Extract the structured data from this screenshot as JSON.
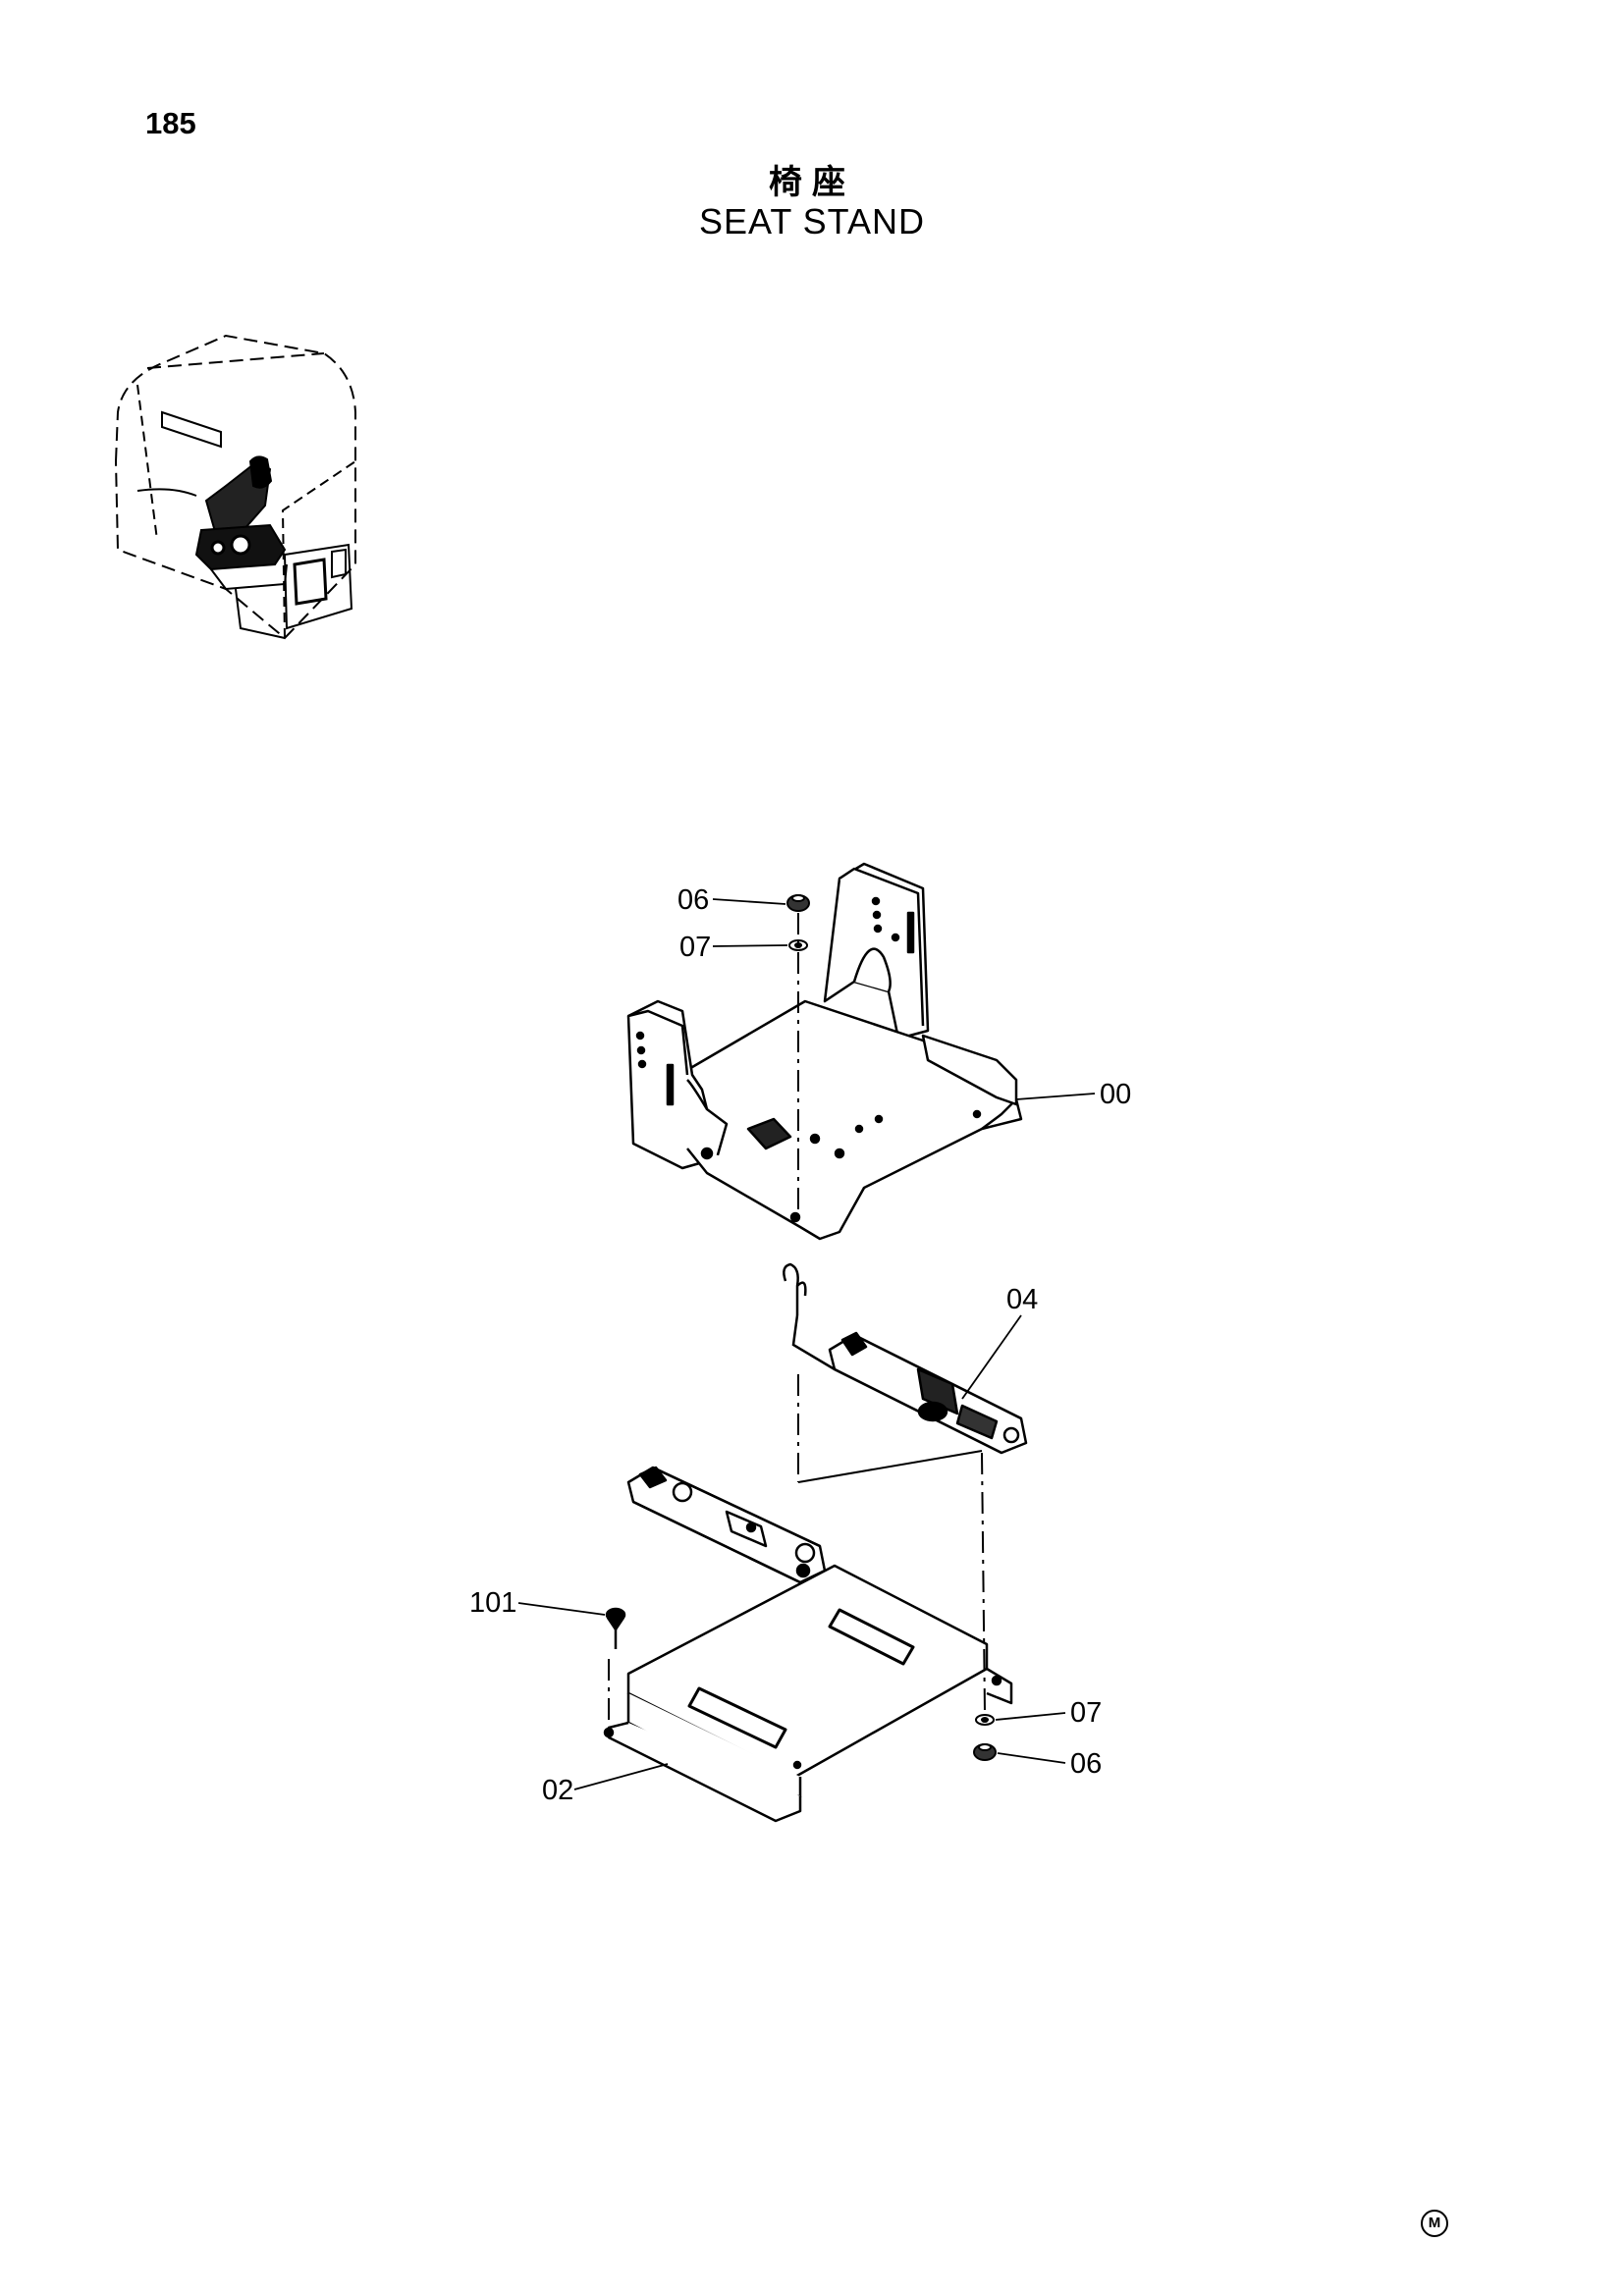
{
  "page_number": "185",
  "title_jp": "椅座",
  "title_en": "SEAT STAND",
  "callouts": {
    "c06_top": "06",
    "c07_top": "07",
    "c00": "00",
    "c04": "04",
    "c101": "101",
    "c07_bottom": "07",
    "c06_bottom": "06",
    "c02": "02"
  },
  "mark": "M"
}
